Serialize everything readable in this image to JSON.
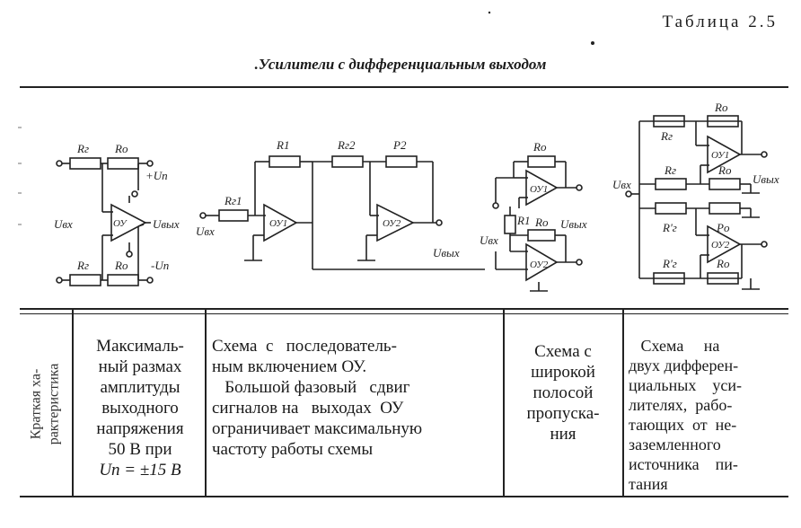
{
  "table_number": "Таблица 2.5",
  "table_title": ".Усилители с дифференциальным выходом",
  "row_label": "Краткая ха-\nрактеристика",
  "schematic_labels": {
    "c1": {
      "rg_top": "Rг",
      "ro_top": "Ro",
      "plus_un": "+Uп",
      "uvx": "Uвх",
      "ou": "ОУ",
      "uvyx": "Uвых",
      "rg_bot": "Rг",
      "ro_bot": "Ro",
      "minus_un": "-Uп"
    },
    "c2": {
      "r1": "R1",
      "rr2": "Rг2",
      "p2": "P2",
      "rr1": "Rг1",
      "ou1": "ОУ1",
      "uvx": "Uвх",
      "ou2": "ОУ2",
      "uvyx": "Uвых"
    },
    "c3": {
      "ro_top": "Ro",
      "ou1": "ОУ1",
      "r1": "R1",
      "ro_mid": "Ro",
      "uvyx": "Uвых",
      "uvx": "Uвх",
      "ou2": "ОУ2"
    },
    "c4": {
      "ro_a": "Ro",
      "rg_a": "Rг",
      "ou1": "ОУ1",
      "uvx": "Uвх",
      "rg_b": "Rг",
      "ro_b": "Ro",
      "uvyx": "Uвых",
      "rg_c": "R'г",
      "po": "Po",
      "ou2": "ОУ2",
      "rg_d": "R'г",
      "ro_d": "Ro"
    }
  },
  "columns": [
    {
      "lines": [
        "Максималь-",
        "ный размах",
        "амплитуды",
        "выходного",
        "напряжения",
        "50 В при",
        "Uп = ±15 В"
      ]
    },
    {
      "lines": [
        "Схема  с   последователь-",
        "ным включением ОУ.",
        "   Большой фазовый   сдвиг",
        "сигналов на   выходах  ОУ",
        "ограничивает максимальную",
        "частоту работы схемы"
      ]
    },
    {
      "lines": [
        "Схема с",
        "широкой",
        "полосой",
        "пропуска-",
        "ния"
      ]
    },
    {
      "lines": [
        "   Схема     на",
        "двух дифферен-",
        "циальных    уси-",
        "лителях,  рабо-",
        "тающих  от  не-",
        "заземленного",
        "источника    пи-",
        "тания"
      ]
    }
  ]
}
